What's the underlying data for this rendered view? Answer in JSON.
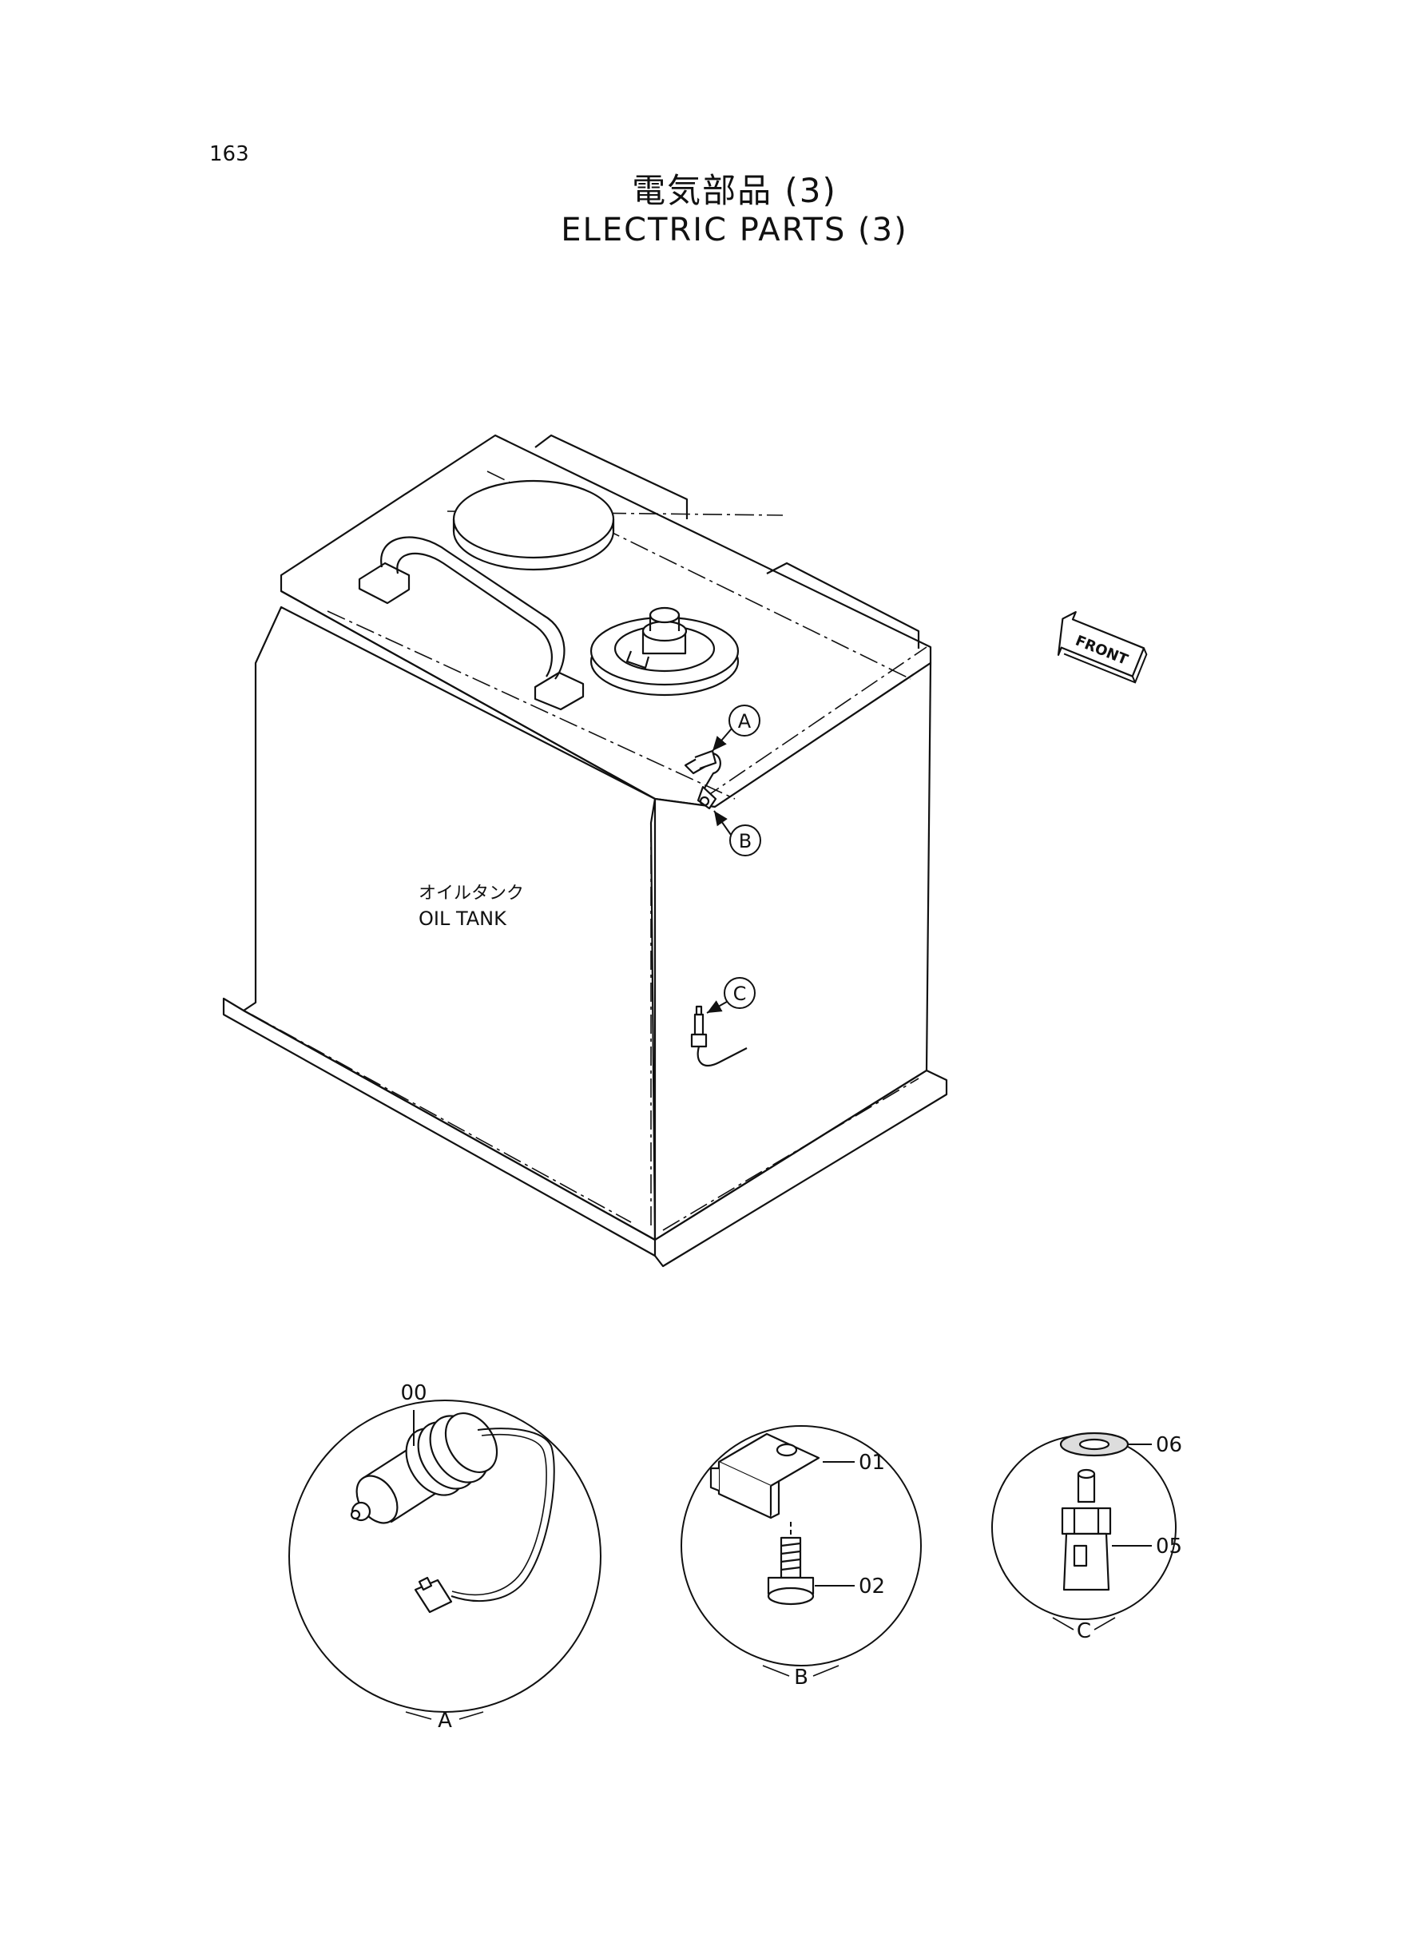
{
  "page": {
    "number": "163",
    "title_jp": "電気部品 (3)",
    "title_en": "ELECTRIC PARTS (3)"
  },
  "tank": {
    "label_jp": "オイルタンク",
    "label_en": "OIL TANK"
  },
  "direction_marker": {
    "label": "FRONT"
  },
  "callouts": {
    "a": "A",
    "b": "B",
    "c": "C"
  },
  "details": {
    "a": {
      "label": "A",
      "parts": [
        "00"
      ]
    },
    "b": {
      "label": "B",
      "parts": [
        "01",
        "02"
      ]
    },
    "c": {
      "label": "C",
      "parts": [
        "06",
        "05"
      ]
    }
  }
}
